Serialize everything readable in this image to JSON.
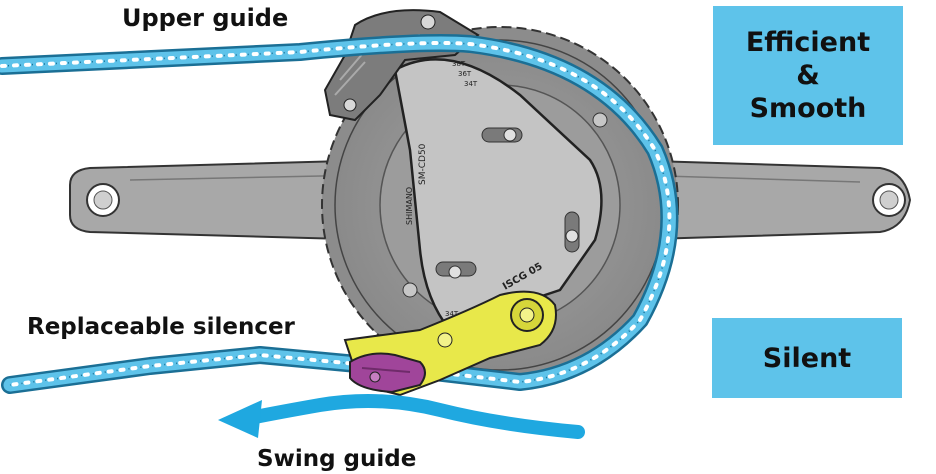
{
  "labels": {
    "upper_guide": "Upper guide",
    "replaceable_silencer": "Replaceable silencer",
    "swing_guide": "Swing guide"
  },
  "callouts": {
    "efficient": {
      "line1": "Efficient",
      "line2": "&",
      "line3": "Smooth"
    },
    "silent": {
      "text": "Silent"
    }
  },
  "part_markings": {
    "backplate_model": "SM-CD50",
    "brand": "SHIMANO",
    "mount_standard": "ISCG 05",
    "teeth_36": "36T",
    "teeth_34": "34T",
    "teeth_38": "38T",
    "teeth_lower": "34T"
  },
  "colors": {
    "chain": "#5ec3ea",
    "chain_outline": "#1b6f95",
    "callout_box": "#5ec3ea",
    "crank": "#9a9a9a",
    "chainring": "#8e8e8e",
    "backplate": "#bdbdbd",
    "swing_guide": "#e8e84a",
    "silencer": "#a0459a",
    "arrow": "#1fa8e0"
  }
}
